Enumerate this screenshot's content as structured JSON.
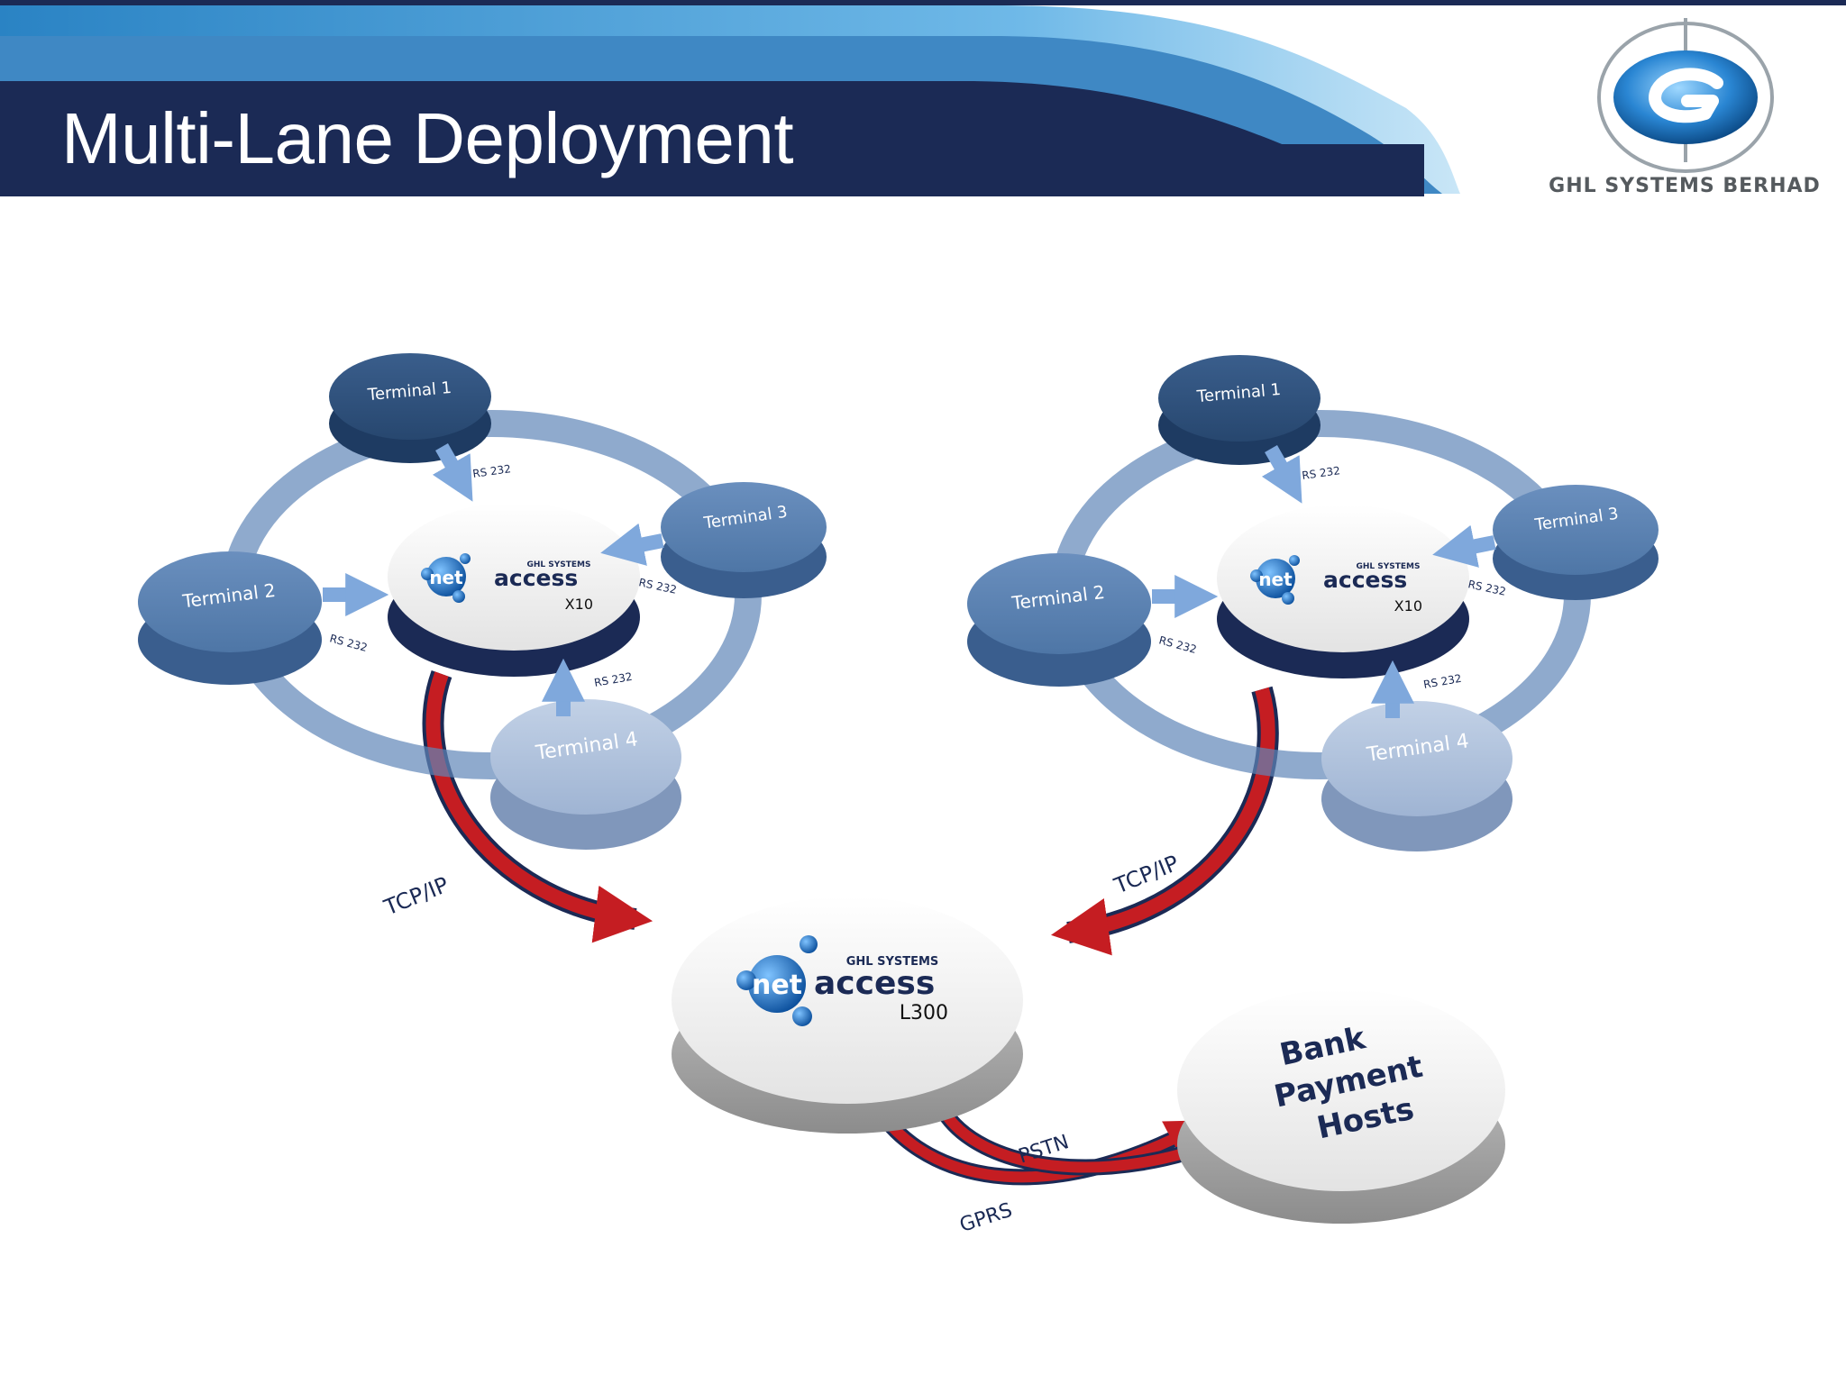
{
  "slide": {
    "title": "Multi-Lane Deployment",
    "company": "GHL SYSTEMS BERHAD"
  },
  "colors": {
    "banner_dark": "#1b2a55",
    "banner_light": "#5fa9dc",
    "terminal_dark": "#2c4d78",
    "terminal_mid": "#4f77a8",
    "terminal_light": "#a7bbd9",
    "connection_arrow": "#c51d22",
    "rs232_arrow": "#7fa8dc"
  },
  "diagram": {
    "clusters": [
      {
        "terminals": [
          "Terminal 1",
          "Terminal 2",
          "Terminal 3",
          "Terminal 4"
        ],
        "rs232_labels": [
          "RS 232",
          "RS 232",
          "RS 232",
          "RS 232"
        ],
        "device": {
          "brand_small": "GHL SYSTEMS",
          "brand_net": "net",
          "brand_access": "access",
          "model": "X10"
        },
        "uplink_label": "TCP/IP"
      },
      {
        "terminals": [
          "Terminal 1",
          "Terminal 2",
          "Terminal 3",
          "Terminal 4"
        ],
        "rs232_labels": [
          "RS 232",
          "RS 232",
          "RS 232",
          "RS 232"
        ],
        "device": {
          "brand_small": "GHL SYSTEMS",
          "brand_net": "net",
          "brand_access": "access",
          "model": "X10"
        },
        "uplink_label": "TCP/IP"
      }
    ],
    "hub": {
      "brand_small": "GHL SYSTEMS",
      "brand_net": "net",
      "brand_access": "access",
      "model": "L300"
    },
    "host": {
      "lines": [
        "Bank",
        "Payment",
        "Hosts"
      ]
    },
    "host_links": [
      "PSTN",
      "GPRS"
    ]
  }
}
